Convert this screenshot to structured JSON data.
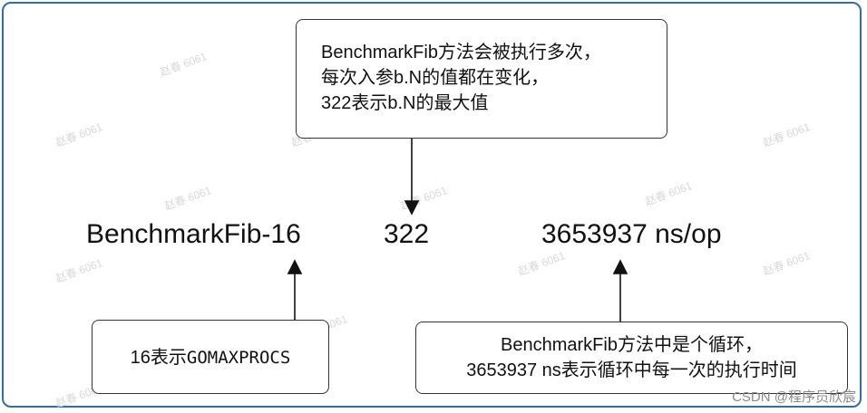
{
  "top_box": {
    "line1": "BenchmarkFib方法会被执行多次，",
    "line2": "每次入参b.N的值都在变化，",
    "line3": "322表示b.N的最大值"
  },
  "main_line": {
    "name": "BenchmarkFib-16",
    "iterations": "322",
    "time_per_op": "3653937 ns/op"
  },
  "left_box": {
    "prefix": "16表示",
    "term": "GOMAXPROCS"
  },
  "right_box": {
    "line1": "BenchmarkFib方法中是个循环，",
    "line2": "3653937 ns表示循环中每一次的执行时间"
  },
  "watermark": "赵春 6061",
  "credit": "CSDN @程序员欣宸"
}
